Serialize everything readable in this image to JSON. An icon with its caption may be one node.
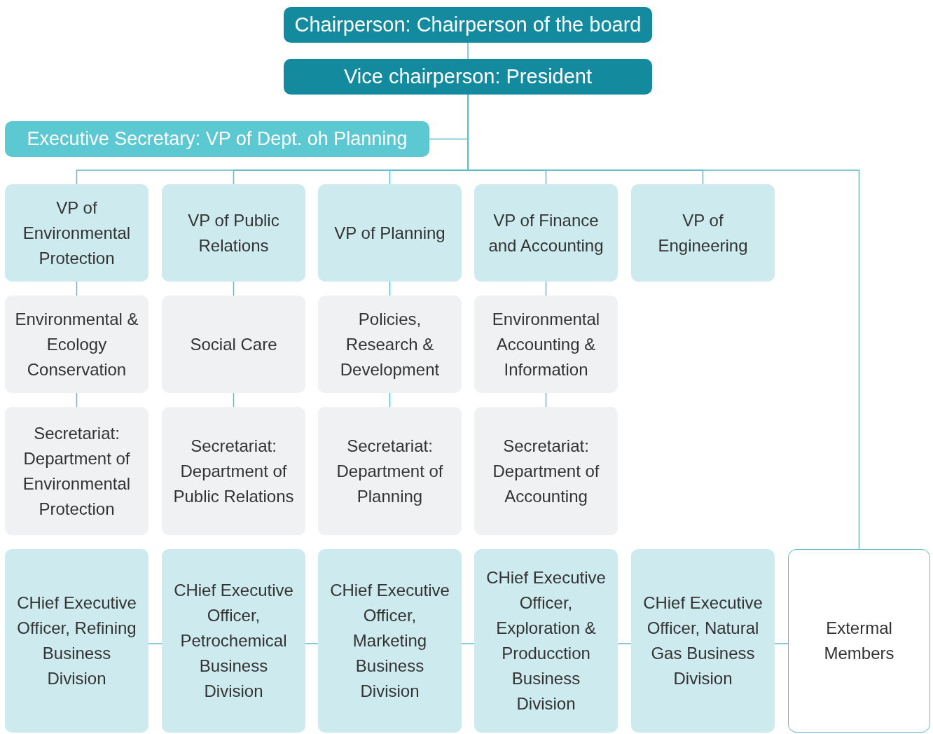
{
  "diagram": {
    "nodes": [
      {
        "text": [
          "Chairperson: Chairperson of the board"
        ]
      },
      {
        "text": [
          "Vice chairperson: President"
        ]
      },
      {
        "text": [
          "Executive Secretary: VP of Dept. oh Planning"
        ]
      },
      {
        "text": [
          "VP of Environmental Protection"
        ]
      },
      {
        "text": [
          "VP of Public Relations"
        ]
      },
      {
        "text": [
          "VP of Planning"
        ]
      },
      {
        "text": [
          "VP of Finance and Accounting"
        ]
      },
      {
        "text": [
          "VP of Engineering"
        ]
      },
      {
        "text": [
          "Environmental & Ecology Conservation"
        ]
      },
      {
        "text": [
          "Social Care"
        ]
      },
      {
        "text": [
          "Policies, Research & Development"
        ]
      },
      {
        "text": [
          "Environmental Accounting & Information"
        ]
      },
      {
        "text": [
          "Secretariat: Department of Environmental Protection"
        ]
      },
      {
        "text": [
          "Secretariat: Department of Public Relations"
        ]
      },
      {
        "text": [
          "Secretariat: Department of Planning"
        ]
      },
      {
        "text": [
          "Secretariat: Department of Accounting"
        ]
      },
      {
        "text": [
          "CHief Executive Officer, Refining Business Division"
        ]
      },
      {
        "text": [
          "CHief Executive Officer, Petrochemical Business Division"
        ]
      },
      {
        "text": [
          "CHief Executive Officer, Marketing Business Division"
        ]
      },
      {
        "text": [
          "CHief Executive Officer, Exploration & Producction Business Division"
        ]
      },
      {
        "text": [
          "CHief Executive Officer, Natural Gas Business Division"
        ]
      },
      {
        "text": [
          "Extermal Members"
        ]
      }
    ],
    "edges": [
      {
        "from": 0,
        "to": 1,
        "arrow": "none"
      },
      {
        "from": 1,
        "to": 2,
        "arrow": "none"
      },
      {
        "from": 1,
        "to": 3,
        "arrow": "none"
      },
      {
        "from": 1,
        "to": 4,
        "arrow": "none"
      },
      {
        "from": 1,
        "to": 5,
        "arrow": "none"
      },
      {
        "from": 1,
        "to": 6,
        "arrow": "none"
      },
      {
        "from": 1,
        "to": 7,
        "arrow": "none"
      },
      {
        "from": 1,
        "to": 21,
        "arrow": "none"
      },
      {
        "from": 3,
        "to": 8,
        "arrow": "none"
      },
      {
        "from": 4,
        "to": 9,
        "arrow": "none"
      },
      {
        "from": 5,
        "to": 10,
        "arrow": "none"
      },
      {
        "from": 6,
        "to": 11,
        "arrow": "none"
      },
      {
        "from": 8,
        "to": 12,
        "arrow": "none"
      },
      {
        "from": 9,
        "to": 13,
        "arrow": "none"
      },
      {
        "from": 10,
        "to": 14,
        "arrow": "none"
      },
      {
        "from": 11,
        "to": 15,
        "arrow": "none"
      },
      {
        "from": 16,
        "to": 17,
        "arrow": "none"
      },
      {
        "from": 17,
        "to": 18,
        "arrow": "none"
      },
      {
        "from": 18,
        "to": 19,
        "arrow": "none"
      },
      {
        "from": 19,
        "to": 20,
        "arrow": "none"
      },
      {
        "from": 20,
        "to": 21,
        "arrow": "none"
      }
    ]
  }
}
